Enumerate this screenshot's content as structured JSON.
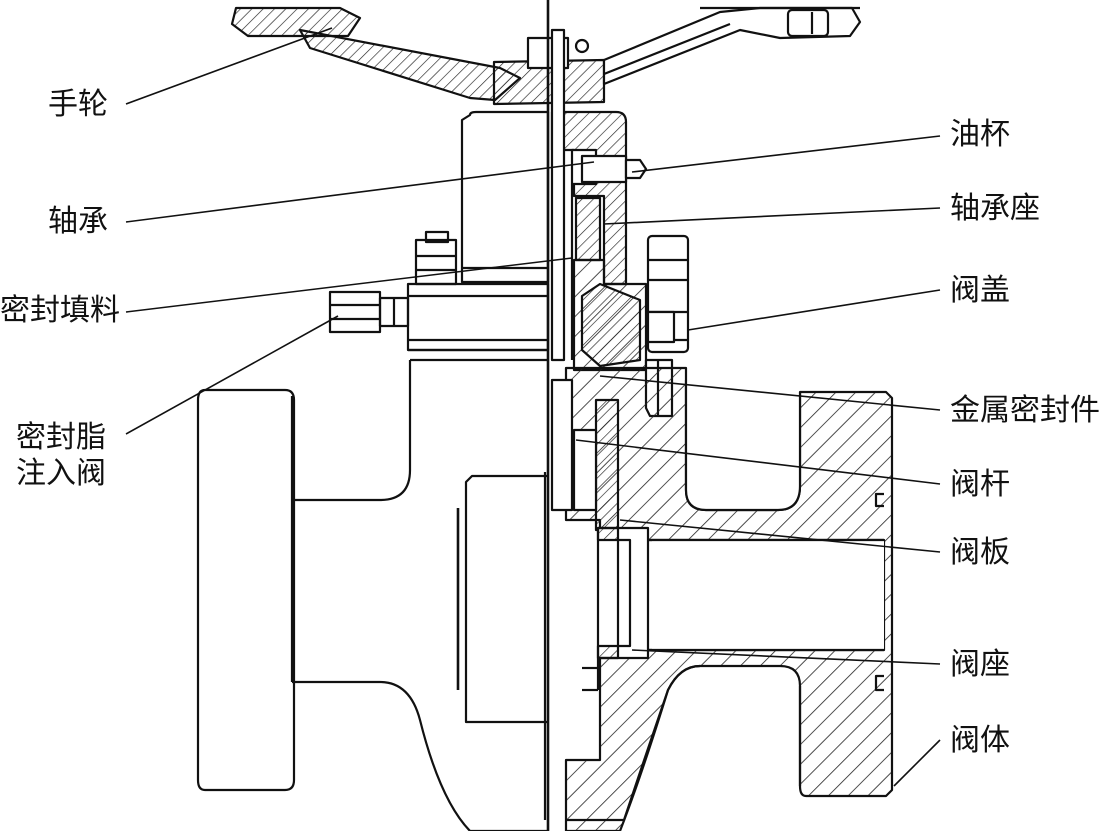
{
  "labels": {
    "handwheel": "手轮",
    "bearing": "轴承",
    "packing": "密封填料",
    "grease_valve_line1": "密封脂",
    "grease_valve_line2": "注入阀",
    "oil_cup": "油杯",
    "bearing_seat": "轴承座",
    "bonnet": "阀盖",
    "metal_seal": "金属密封件",
    "stem": "阀杆",
    "gate": "阀板",
    "seat": "阀座",
    "body": "阀体"
  },
  "colors": {
    "line": "#111111",
    "hatch": "#222222",
    "background": "#ffffff"
  }
}
